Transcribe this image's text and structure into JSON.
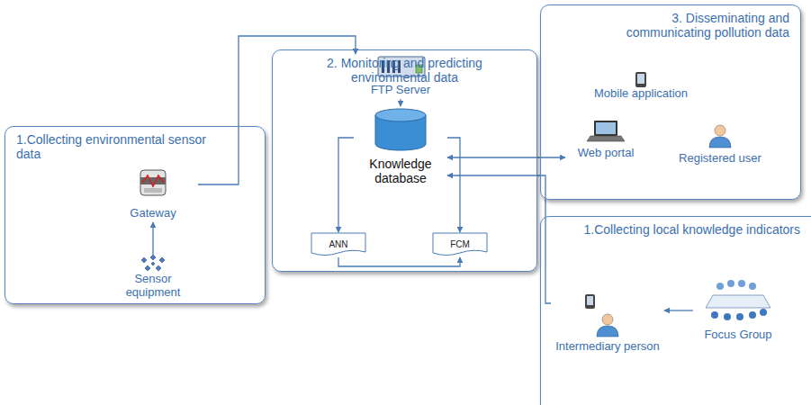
{
  "diagram": {
    "nodes": [
      {
        "text": [
          "1.Collecting environmental sensor data"
        ]
      },
      {
        "text": [
          "Gateway"
        ],
        "in": 0
      },
      {
        "text": [
          "Sensor equipment"
        ],
        "in": 0
      },
      {
        "text": [
          "2. Monitoring and predicting environmental data"
        ]
      },
      {
        "text": [
          "FTP Server"
        ],
        "in": 3
      },
      {
        "text": [
          "Knowledge database"
        ],
        "in": 3
      },
      {
        "text": [
          "ANN"
        ],
        "in": 3
      },
      {
        "text": [
          "FCM"
        ],
        "in": 3
      },
      {
        "text": [
          "3. Disseminating and communicating pollution data"
        ]
      },
      {
        "text": [
          "Mobile application"
        ],
        "in": 8
      },
      {
        "text": [
          "Web portal"
        ],
        "in": 8
      },
      {
        "text": [
          "Registered user"
        ],
        "in": 8
      },
      {
        "text": [
          "1.Collecting local knowledge indicators"
        ]
      },
      {
        "text": [
          "Intermediary person"
        ],
        "in": 12
      },
      {
        "text": [
          "Focus Group"
        ],
        "in": 12
      }
    ],
    "edges": [
      {
        "from": 2,
        "to": 1,
        "arrow": "to"
      },
      {
        "from": 1,
        "to": 4,
        "arrow": "to"
      },
      {
        "from": 4,
        "to": 5,
        "arrow": "to"
      },
      {
        "from": 5,
        "to": 6,
        "arrow": "to"
      },
      {
        "from": 5,
        "to": 7,
        "arrow": "to"
      },
      {
        "from": 6,
        "to": 7,
        "arrow": "to"
      },
      {
        "from": 10,
        "to": 5,
        "arrow": "both"
      },
      {
        "from": 13,
        "to": 5,
        "arrow": "to"
      },
      {
        "from": 14,
        "to": 13,
        "arrow": "to"
      }
    ]
  }
}
